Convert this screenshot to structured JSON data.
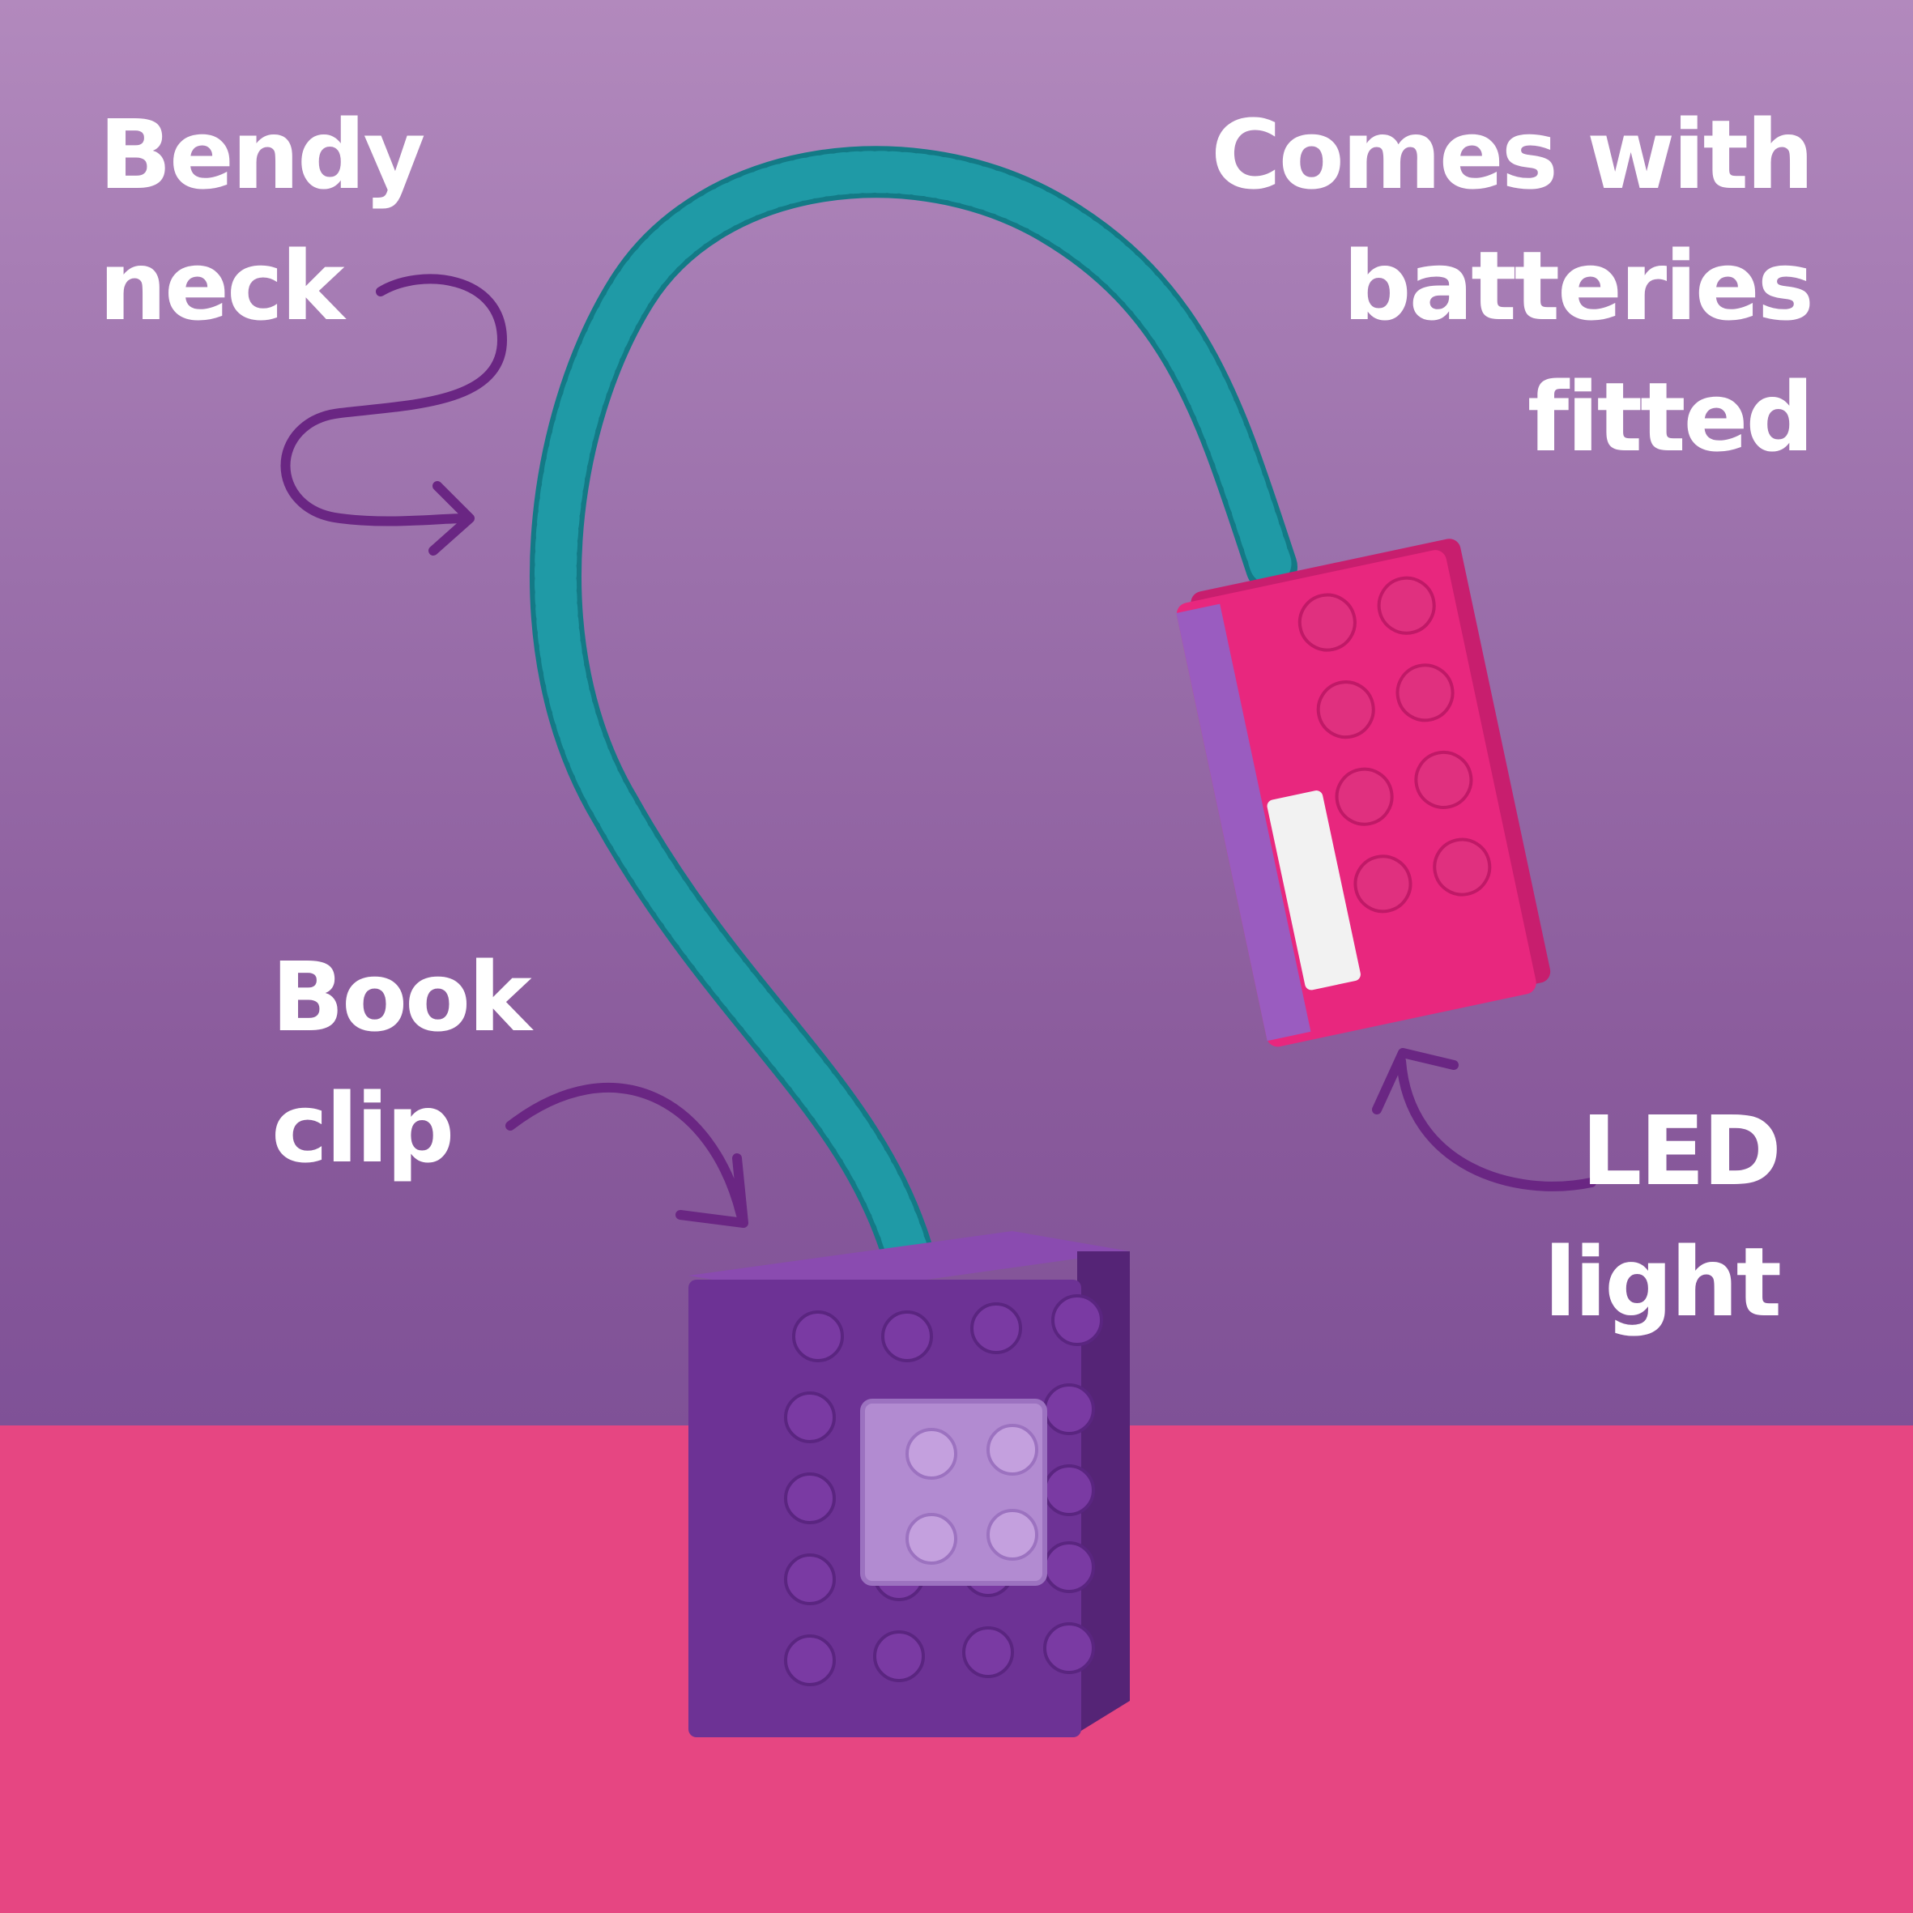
{
  "labels": {
    "bendy_neck": [
      "Bendy",
      "neck"
    ],
    "batteries": [
      "Comes with",
      "batteries",
      "fitted"
    ],
    "book_clip": [
      "Book",
      "clip"
    ],
    "led_light": [
      "LED",
      "light"
    ]
  },
  "colors": {
    "background_top": "#b289bd",
    "background_bottom": "#7f5197",
    "floor": "#e64682",
    "arrow": "#6a2683",
    "neck": "#1f9aa6",
    "clip_body": "#6d3295",
    "clip_stud": "#76389d",
    "clip_light_brick": "#b28bd1",
    "light_head": "#e8277e",
    "led_lens": "#f2f2f2"
  }
}
